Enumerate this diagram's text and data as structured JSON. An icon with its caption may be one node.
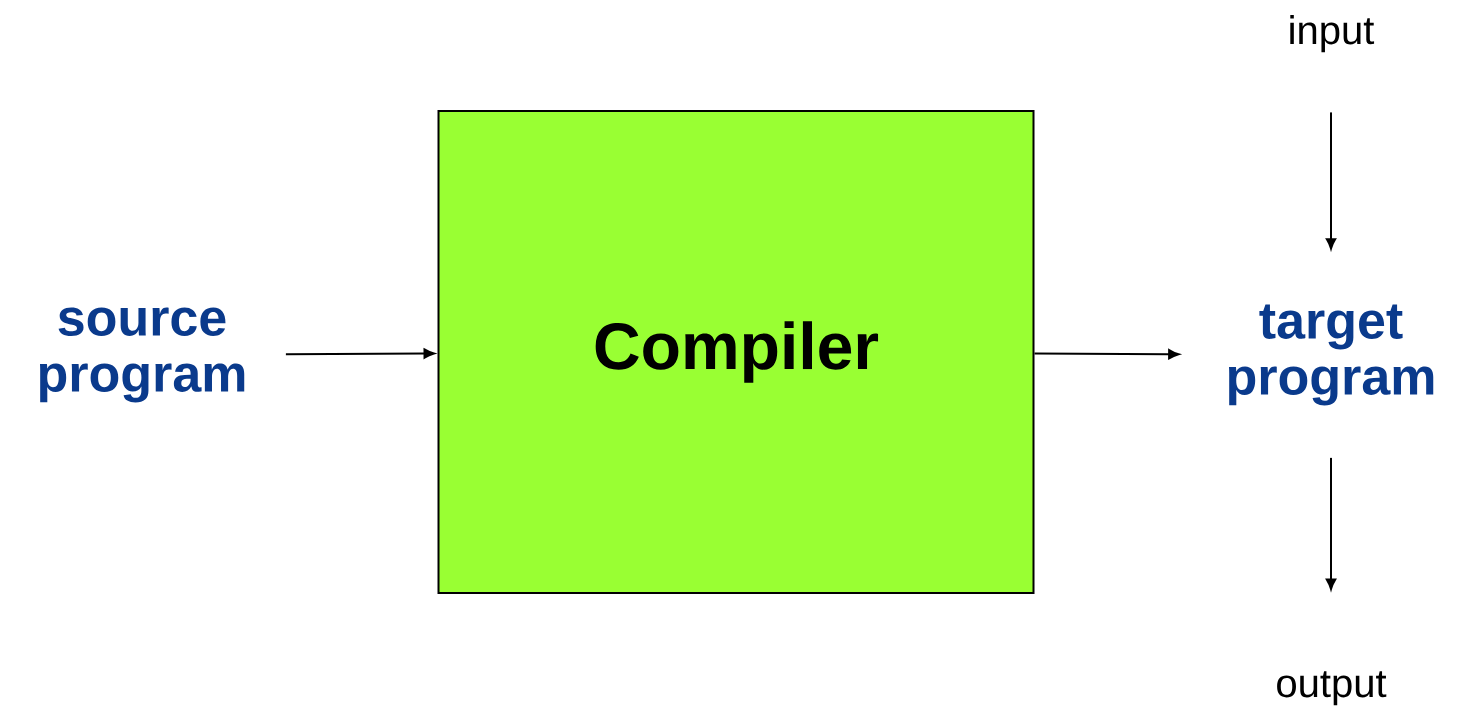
{
  "diagram": {
    "nodes": [
      {
        "text": [
          "source program"
        ]
      },
      {
        "text": [
          "Compiler"
        ]
      },
      {
        "text": [
          "target program"
        ]
      },
      {
        "text": [
          "input"
        ]
      },
      {
        "text": [
          "output"
        ]
      }
    ],
    "edges": [
      {
        "from": 0,
        "to": 1,
        "arrow": "to"
      },
      {
        "from": 1,
        "to": 2,
        "arrow": "to"
      },
      {
        "from": 3,
        "to": 2,
        "arrow": "to"
      },
      {
        "from": 2,
        "to": 4,
        "arrow": "to"
      }
    ]
  }
}
